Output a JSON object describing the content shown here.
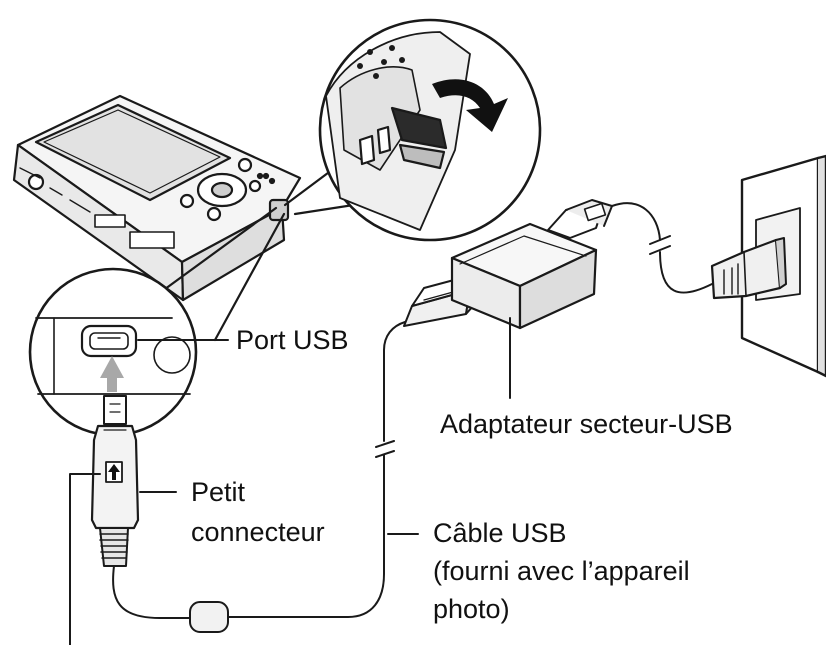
{
  "labels": {
    "port_usb": "Port USB",
    "adapter": "Adaptateur secteur-USB",
    "small_connector_line1": "Petit",
    "small_connector_line2": "connecteur",
    "cable_line1": "Câble USB",
    "cable_line2": "(fourni avec l’appareil",
    "cable_line3": "photo)"
  },
  "colors": {
    "line": "#1a1a1a",
    "fill_light": "#f4f4f4",
    "fill_mid": "#dcdcdc",
    "fill_dark": "#9a9a9a",
    "arrow_gray": "#a8a8a8"
  },
  "icons": [
    "camera",
    "rotation-arrow",
    "usb-port",
    "micro-usb-connector",
    "usb-ac-adapter",
    "wall-outlet",
    "ac-plug"
  ]
}
